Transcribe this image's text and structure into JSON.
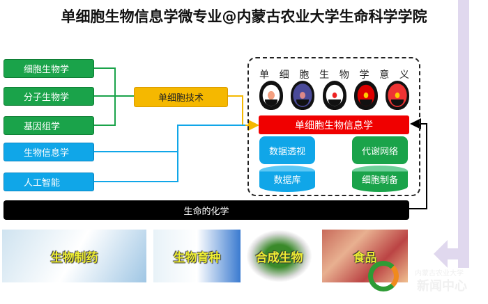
{
  "title": "单细胞生物信息学微专业@内蒙古农业大学生命科学学院",
  "left_boxes": [
    "细胞生物学",
    "分子生物学",
    "基因组学",
    "生物信息学",
    "人工智能"
  ],
  "middle_box": "单细胞技术",
  "significance": {
    "chars": [
      "单",
      "细",
      "胞",
      "生",
      "物",
      "学",
      "意",
      "义"
    ]
  },
  "core": "单细胞生物信息学",
  "modules": [
    "数据透视",
    "数据库",
    "代谢网络",
    "细胞制备"
  ],
  "foundation": "生命的化学",
  "applications": [
    "生物制药",
    "生物育种",
    "合成生物",
    "食品"
  ],
  "watermark": [
    "内蒙古农业大学",
    "新闻中心"
  ],
  "colors": {
    "green": "#1aa34a",
    "blue": "#10a6e8",
    "yellow": "#f5b800",
    "red": "#f00000",
    "black": "#000000"
  }
}
